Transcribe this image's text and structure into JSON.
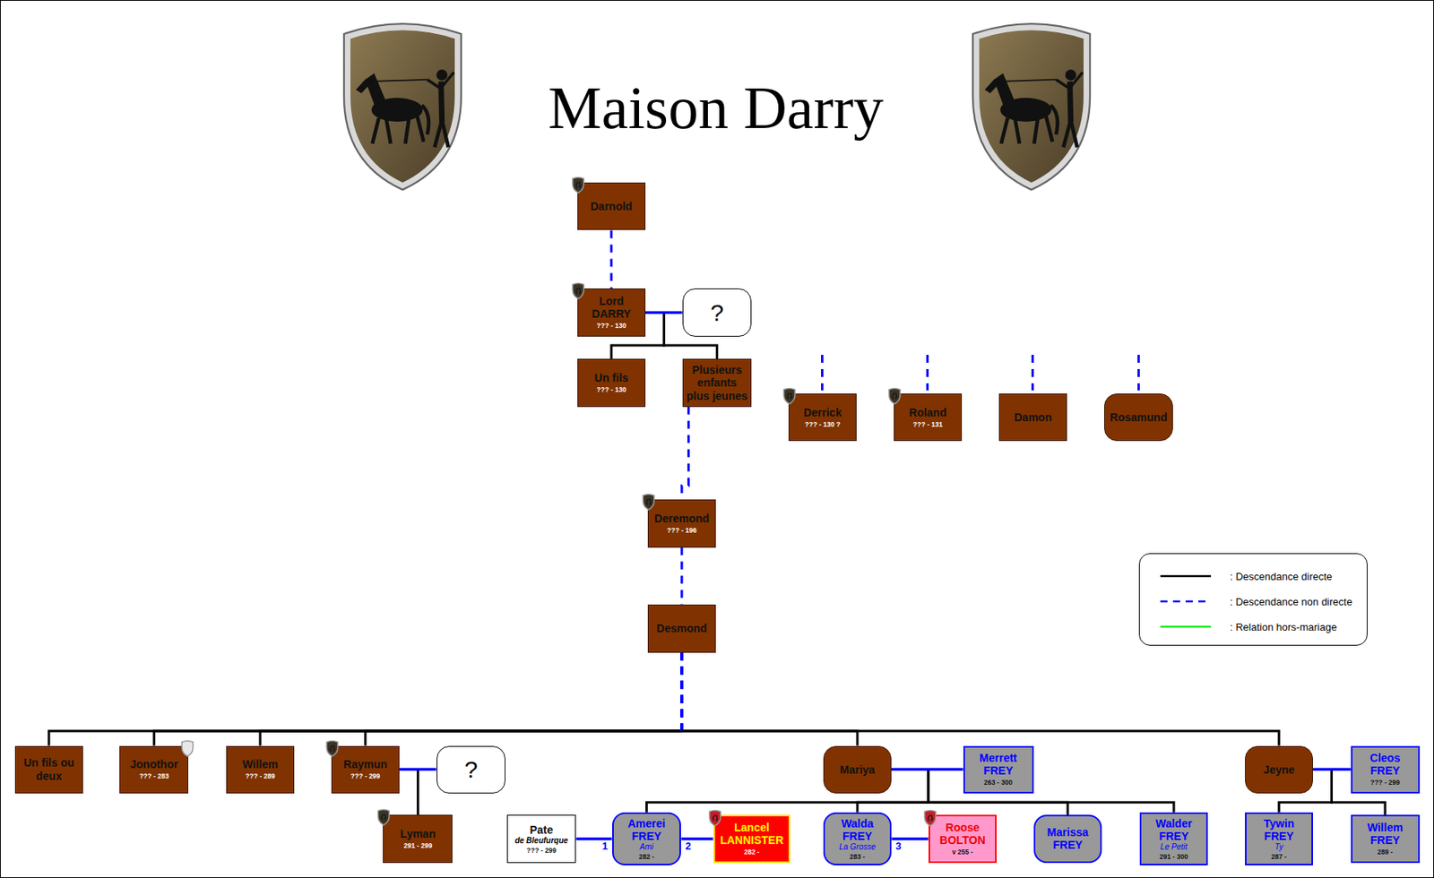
{
  "diagram": {
    "title": "Maison Darry",
    "nodes": [
      {
        "text": [
          "Darnold"
        ]
      },
      {
        "text": [
          "Lord DARRY",
          "??? - 130"
        ]
      },
      {
        "text": [
          "?"
        ]
      },
      {
        "text": [
          "Un fils",
          "??? - 130"
        ]
      },
      {
        "text": [
          "Plusieurs enfants plus jeunes"
        ]
      },
      {
        "text": [
          "Derrick",
          "??? - 130 ?"
        ]
      },
      {
        "text": [
          "Roland",
          "??? - 131"
        ]
      },
      {
        "text": [
          "Damon"
        ]
      },
      {
        "text": [
          "Rosamund"
        ]
      },
      {
        "text": [
          "Deremond",
          "??? - 196"
        ]
      },
      {
        "text": [
          "Desmond"
        ]
      },
      {
        "text": [
          "Un fils ou deux"
        ]
      },
      {
        "text": [
          "Jonothor",
          "??? - 283"
        ]
      },
      {
        "text": [
          "Willem",
          "??? - 289"
        ]
      },
      {
        "text": [
          "Raymun",
          "??? - 299"
        ]
      },
      {
        "text": [
          "?"
        ]
      },
      {
        "text": [
          "Mariya"
        ]
      },
      {
        "text": [
          "Merrett FREY",
          "263 - 300"
        ]
      },
      {
        "text": [
          "Jeyne"
        ]
      },
      {
        "text": [
          "Cleos FREY",
          "??? - 299"
        ]
      },
      {
        "text": [
          "Lyman",
          "291 - 299"
        ]
      },
      {
        "text": [
          "Pate",
          "de Bleufurque",
          "??? - 299"
        ]
      },
      {
        "text": [
          "Amerei FREY",
          "Ami",
          "282 -"
        ]
      },
      {
        "text": [
          "Lancel LANNISTER",
          "282 -"
        ]
      },
      {
        "text": [
          "Walda FREY",
          "La Grosse",
          "283 -"
        ]
      },
      {
        "text": [
          "Roose BOLTON",
          "v 255 -"
        ]
      },
      {
        "text": [
          "Marissa FREY"
        ]
      },
      {
        "text": [
          "Walder FREY",
          "Le Petit",
          "291 - 300"
        ]
      },
      {
        "text": [
          "Tywin FREY",
          "Ty",
          "287 -"
        ]
      },
      {
        "text": [
          "Willem FREY",
          "289 -"
        ]
      }
    ],
    "edges": [
      {
        "from": 0,
        "to": 1,
        "arrow": "none"
      },
      {
        "from": 1,
        "to": 2,
        "arrow": "none"
      },
      {
        "from": 1,
        "to": 3,
        "arrow": "none"
      },
      {
        "from": 1,
        "to": 4,
        "arrow": "none"
      },
      {
        "from": 4,
        "to": 9,
        "arrow": "none"
      },
      {
        "from": 9,
        "to": 10,
        "arrow": "none"
      },
      {
        "from": 10,
        "to": 11,
        "arrow": "none"
      },
      {
        "from": 10,
        "to": 12,
        "arrow": "none"
      },
      {
        "from": 10,
        "to": 13,
        "arrow": "none"
      },
      {
        "from": 10,
        "to": 14,
        "arrow": "none"
      },
      {
        "from": 10,
        "to": 16,
        "arrow": "none"
      },
      {
        "from": 10,
        "to": 18,
        "arrow": "none"
      },
      {
        "from": 14,
        "to": 15,
        "arrow": "none"
      },
      {
        "from": 14,
        "to": 20,
        "arrow": "none"
      },
      {
        "from": 16,
        "to": 17,
        "arrow": "none"
      },
      {
        "from": 16,
        "to": 22,
        "arrow": "none"
      },
      {
        "from": 16,
        "to": 24,
        "arrow": "none"
      },
      {
        "from": 16,
        "to": 26,
        "arrow": "none"
      },
      {
        "from": 16,
        "to": 27,
        "arrow": "none"
      },
      {
        "from": 22,
        "to": 21,
        "label": "1",
        "arrow": "none"
      },
      {
        "from": 22,
        "to": 23,
        "label": "2",
        "arrow": "none"
      },
      {
        "from": 24,
        "to": 25,
        "label": "3",
        "arrow": "none"
      },
      {
        "from": 18,
        "to": 19,
        "arrow": "none"
      },
      {
        "from": 18,
        "to": 28,
        "arrow": "none"
      },
      {
        "from": 18,
        "to": 29,
        "arrow": "none"
      }
    ],
    "legend": [
      {
        "text": ": Descendance directe"
      },
      {
        "text": ": Descendance non directe"
      },
      {
        "text": ": Relation hors-mariage"
      }
    ]
  }
}
